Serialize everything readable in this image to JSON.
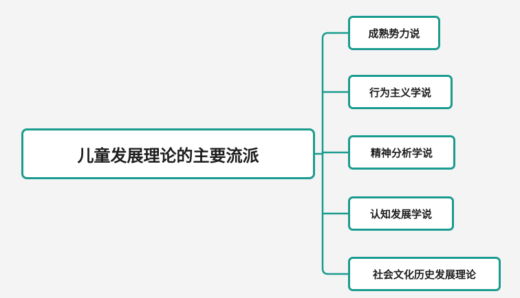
{
  "colors": {
    "accent": "#1a9b8f",
    "node_fill": "#ffffff",
    "text": "#1c1c1c",
    "background": "#f4f4f4"
  },
  "root": {
    "label": "儿童发展理论的主要流派"
  },
  "children": [
    {
      "label": "成熟势力说"
    },
    {
      "label": "行为主义学说"
    },
    {
      "label": "精神分析学说"
    },
    {
      "label": "认知发展学说"
    },
    {
      "label": "社会文化历史发展理论"
    }
  ]
}
